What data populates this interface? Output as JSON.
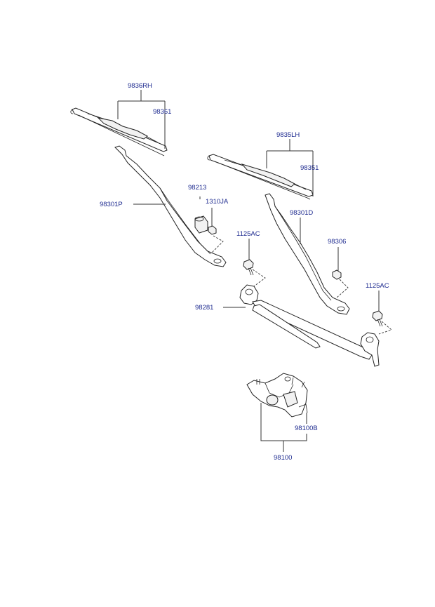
{
  "labels": {
    "rh_blade_assy": "9836RH",
    "rh_blade_refill": "98361",
    "lh_blade_assy": "9835LH",
    "lh_blade_refill": "98351",
    "rh_arm": "98301P",
    "cap": "98213",
    "nut_rh": "1310JA",
    "bolt_center": "1125AC",
    "lh_arm": "98301D",
    "nut_lh": "98306",
    "bolt_right": "1125AC",
    "linkage": "98281",
    "motor_bracket": "98100B",
    "motor_assy": "98100"
  },
  "colors": {
    "label": "#1d2a8f",
    "line": "#222222"
  }
}
